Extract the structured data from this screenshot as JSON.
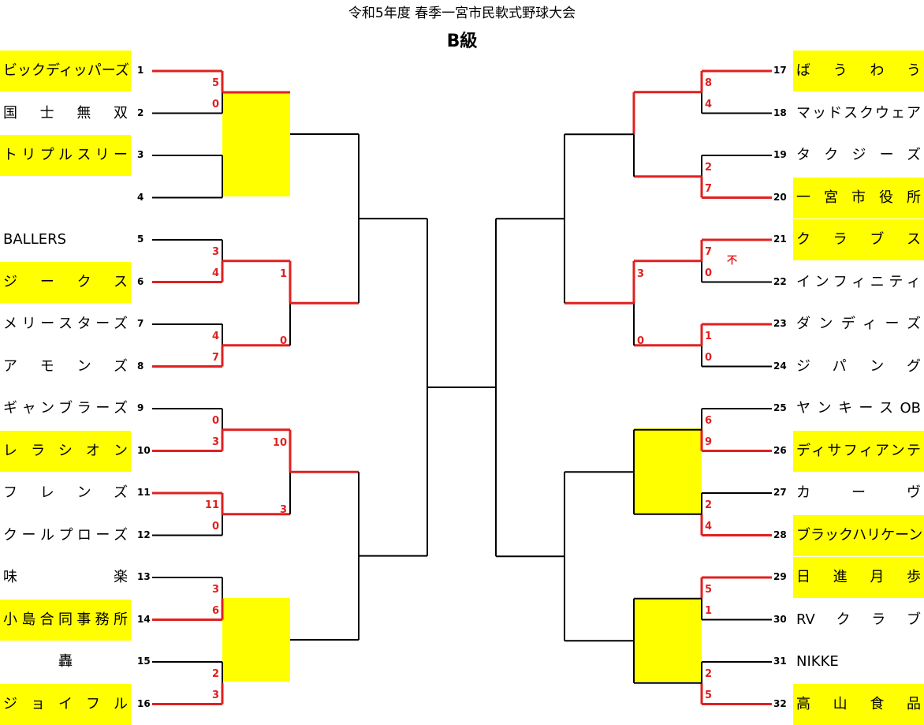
{
  "header": {
    "title": "令和5年度  春季一宮市民軟式野球大会",
    "subtitle": "B級"
  },
  "colors": {
    "win": "#e02020",
    "line": "#000000",
    "highlight": "#ffff00",
    "score": "#e02020"
  },
  "left_teams": [
    {
      "seed": "1",
      "name": "ビックディッパーズ",
      "hl": true
    },
    {
      "seed": "2",
      "name": "国士無双",
      "hl": false
    },
    {
      "seed": "3",
      "name": "トリプルスリー",
      "hl": true
    },
    {
      "seed": "4",
      "name": "",
      "hl": false
    },
    {
      "seed": "5",
      "name": "BALLERS",
      "hl": false
    },
    {
      "seed": "6",
      "name": "ジークス",
      "hl": true
    },
    {
      "seed": "7",
      "name": "メリースターズ",
      "hl": false
    },
    {
      "seed": "8",
      "name": "アモンズ",
      "hl": false
    },
    {
      "seed": "9",
      "name": "ギャンブラーズ",
      "hl": false
    },
    {
      "seed": "10",
      "name": "レラシオン",
      "hl": true
    },
    {
      "seed": "11",
      "name": "フレンズ",
      "hl": false
    },
    {
      "seed": "12",
      "name": "クールプローズ",
      "hl": false
    },
    {
      "seed": "13",
      "name": "味楽",
      "hl": false
    },
    {
      "seed": "14",
      "name": "小島合同事務所",
      "hl": true
    },
    {
      "seed": "15",
      "name": "轟",
      "hl": false,
      "center": true
    },
    {
      "seed": "16",
      "name": "ジョイフル",
      "hl": true
    }
  ],
  "right_teams": [
    {
      "seed": "17",
      "name": "ばうわう",
      "hl": true
    },
    {
      "seed": "18",
      "name": "マッドスクウェア",
      "hl": false
    },
    {
      "seed": "19",
      "name": "タクジーズ",
      "hl": false
    },
    {
      "seed": "20",
      "name": "一宮市役所",
      "hl": true
    },
    {
      "seed": "21",
      "name": "クラブス",
      "hl": true
    },
    {
      "seed": "22",
      "name": "インフィニティ",
      "hl": false
    },
    {
      "seed": "23",
      "name": "ダンディーズ",
      "hl": false
    },
    {
      "seed": "24",
      "name": "ジパング",
      "hl": false
    },
    {
      "seed": "25",
      "name": "ヤンキースOB",
      "hl": false
    },
    {
      "seed": "26",
      "name": "ディサフィアンテ",
      "hl": true
    },
    {
      "seed": "27",
      "name": "カーヴ",
      "hl": false
    },
    {
      "seed": "28",
      "name": "ブラックハリケーン",
      "hl": true
    },
    {
      "seed": "29",
      "name": "日進月歩",
      "hl": true
    },
    {
      "seed": "30",
      "name": "RVクラブ",
      "hl": false
    },
    {
      "seed": "31",
      "name": "NIKKE",
      "hl": false
    },
    {
      "seed": "32",
      "name": "高山食品",
      "hl": true
    }
  ],
  "matches_r1": {
    "left": [
      {
        "top": "1",
        "bot": "2",
        "s1": "5",
        "s2": "0",
        "win": 0
      },
      {
        "top": "5",
        "bot": "6",
        "s1": "3",
        "s2": "4",
        "win": 1
      },
      {
        "top": "7",
        "bot": "8",
        "s1": "4",
        "s2": "7",
        "win": 1
      },
      {
        "top": "9",
        "bot": "10",
        "s1": "0",
        "s2": "3",
        "win": 1
      },
      {
        "top": "11",
        "bot": "12",
        "s1": "11",
        "s2": "0",
        "win": 0
      },
      {
        "top": "13",
        "bot": "14",
        "s1": "3",
        "s2": "6",
        "win": 1
      },
      {
        "top": "15",
        "bot": "16",
        "s1": "2",
        "s2": "3",
        "win": 1
      }
    ],
    "right": [
      {
        "top": "17",
        "bot": "18",
        "s1": "8",
        "s2": "4",
        "win": 0
      },
      {
        "top": "19",
        "bot": "20",
        "s1": "2",
        "s2": "7",
        "win": 1
      },
      {
        "top": "21",
        "bot": "22",
        "s1": "7",
        "s2": "0",
        "win": 0,
        "note": "不"
      },
      {
        "top": "23",
        "bot": "24",
        "s1": "1",
        "s2": "0",
        "win": 0
      },
      {
        "top": "25",
        "bot": "26",
        "s1": "6",
        "s2": "9",
        "win": 1
      },
      {
        "top": "27",
        "bot": "28",
        "s1": "2",
        "s2": "4",
        "win": 1
      },
      {
        "top": "29",
        "bot": "30",
        "s1": "5",
        "s2": "1",
        "win": 0
      },
      {
        "top": "31",
        "bot": "32",
        "s1": "2",
        "s2": "5",
        "win": 1
      }
    ]
  },
  "matches_r2": {
    "left": [
      {
        "s1": "1",
        "s2": "0",
        "win": 0
      },
      {
        "s1": "10",
        "s2": "3",
        "win": 0
      }
    ],
    "right": [
      {
        "s1": "3",
        "s2": "0",
        "win": 0
      }
    ]
  }
}
